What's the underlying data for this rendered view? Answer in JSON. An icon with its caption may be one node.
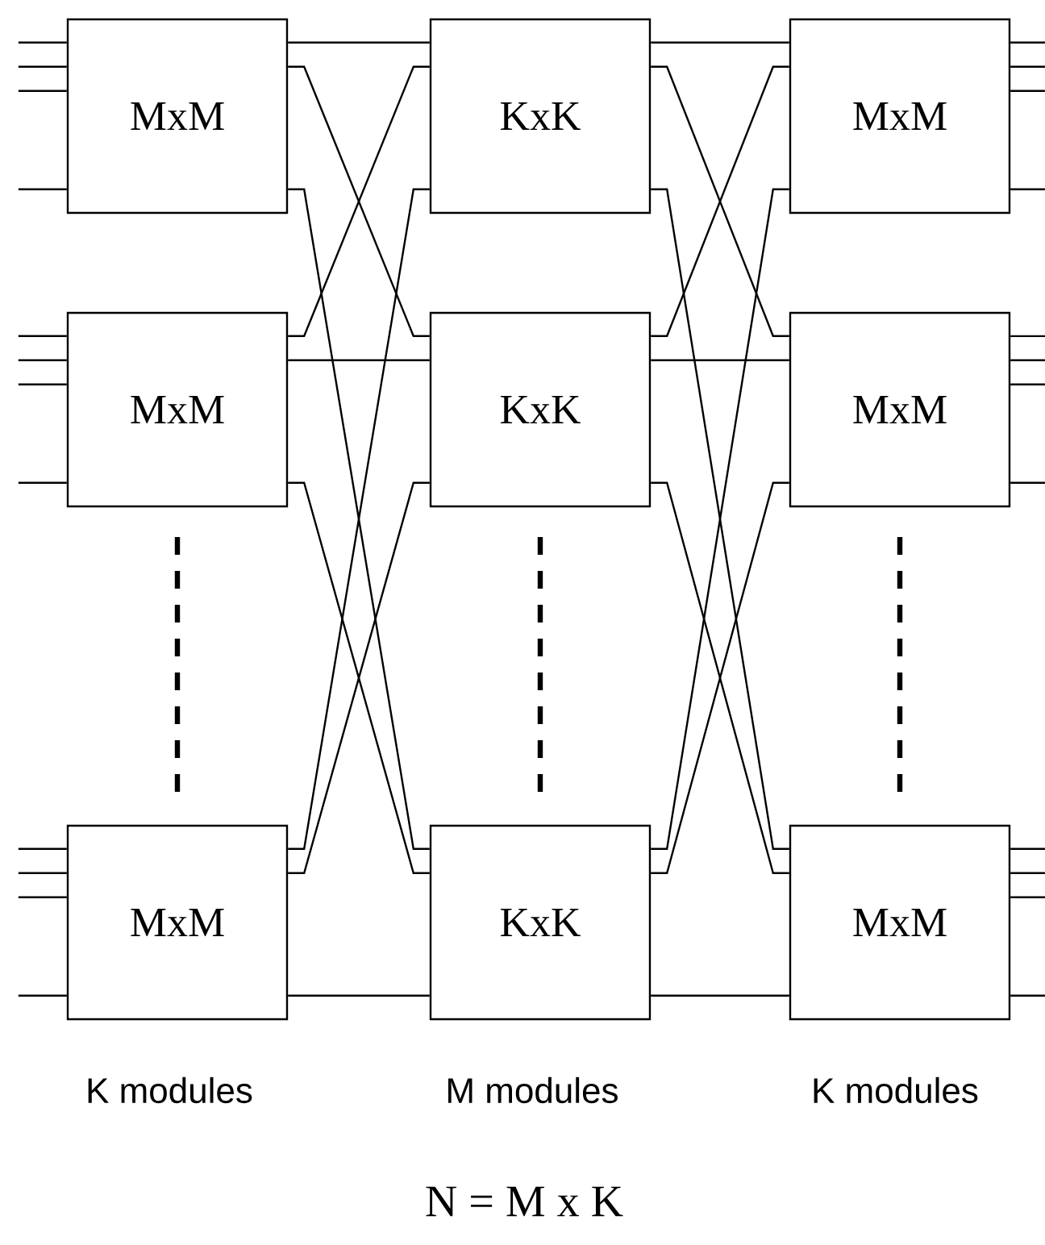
{
  "diagram": {
    "nodes": [
      {
        "text": [
          "MxM"
        ]
      },
      {
        "text": [
          "KxK"
        ]
      },
      {
        "text": [
          "MxM"
        ]
      },
      {
        "text": [
          "MxM"
        ]
      },
      {
        "text": [
          "KxK"
        ]
      },
      {
        "text": [
          "MxM"
        ]
      },
      {
        "text": [
          "MxM"
        ]
      },
      {
        "text": [
          "KxK"
        ]
      },
      {
        "text": [
          "MxM"
        ]
      }
    ],
    "edges": [
      {
        "from": 0,
        "to": 1,
        "arrow": "none"
      },
      {
        "from": 0,
        "to": 4,
        "arrow": "none"
      },
      {
        "from": 0,
        "to": 7,
        "arrow": "none"
      },
      {
        "from": 3,
        "to": 1,
        "arrow": "none"
      },
      {
        "from": 3,
        "to": 4,
        "arrow": "none"
      },
      {
        "from": 3,
        "to": 7,
        "arrow": "none"
      },
      {
        "from": 6,
        "to": 1,
        "arrow": "none"
      },
      {
        "from": 6,
        "to": 4,
        "arrow": "none"
      },
      {
        "from": 6,
        "to": 7,
        "arrow": "none"
      },
      {
        "from": 1,
        "to": 2,
        "arrow": "none"
      },
      {
        "from": 1,
        "to": 5,
        "arrow": "none"
      },
      {
        "from": 1,
        "to": 8,
        "arrow": "none"
      },
      {
        "from": 4,
        "to": 2,
        "arrow": "none"
      },
      {
        "from": 4,
        "to": 5,
        "arrow": "none"
      },
      {
        "from": 4,
        "to": 8,
        "arrow": "none"
      },
      {
        "from": 7,
        "to": 2,
        "arrow": "none"
      },
      {
        "from": 7,
        "to": 5,
        "arrow": "none"
      },
      {
        "from": 7,
        "to": 8,
        "arrow": "none"
      },
      {
        "from": null,
        "to": 0,
        "arrow": "none"
      },
      {
        "from": null,
        "to": 0,
        "arrow": "none"
      },
      {
        "from": null,
        "to": 0,
        "arrow": "none"
      },
      {
        "from": null,
        "to": 0,
        "arrow": "none"
      },
      {
        "from": null,
        "to": 3,
        "arrow": "none"
      },
      {
        "from": null,
        "to": 3,
        "arrow": "none"
      },
      {
        "from": null,
        "to": 3,
        "arrow": "none"
      },
      {
        "from": null,
        "to": 3,
        "arrow": "none"
      },
      {
        "from": null,
        "to": 6,
        "arrow": "none"
      },
      {
        "from": null,
        "to": 6,
        "arrow": "none"
      },
      {
        "from": null,
        "to": 6,
        "arrow": "none"
      },
      {
        "from": null,
        "to": 6,
        "arrow": "none"
      },
      {
        "from": 2,
        "to": null,
        "arrow": "none"
      },
      {
        "from": 2,
        "to": null,
        "arrow": "none"
      },
      {
        "from": 2,
        "to": null,
        "arrow": "none"
      },
      {
        "from": 2,
        "to": null,
        "arrow": "none"
      },
      {
        "from": 5,
        "to": null,
        "arrow": "none"
      },
      {
        "from": 5,
        "to": null,
        "arrow": "none"
      },
      {
        "from": 5,
        "to": null,
        "arrow": "none"
      },
      {
        "from": 5,
        "to": null,
        "arrow": "none"
      },
      {
        "from": 8,
        "to": null,
        "arrow": "none"
      },
      {
        "from": 8,
        "to": null,
        "arrow": "none"
      },
      {
        "from": 8,
        "to": null,
        "arrow": "none"
      },
      {
        "from": 8,
        "to": null,
        "arrow": "none"
      }
    ],
    "labels": [
      "K modules",
      "M modules",
      "K modules",
      "N = M x K"
    ]
  }
}
